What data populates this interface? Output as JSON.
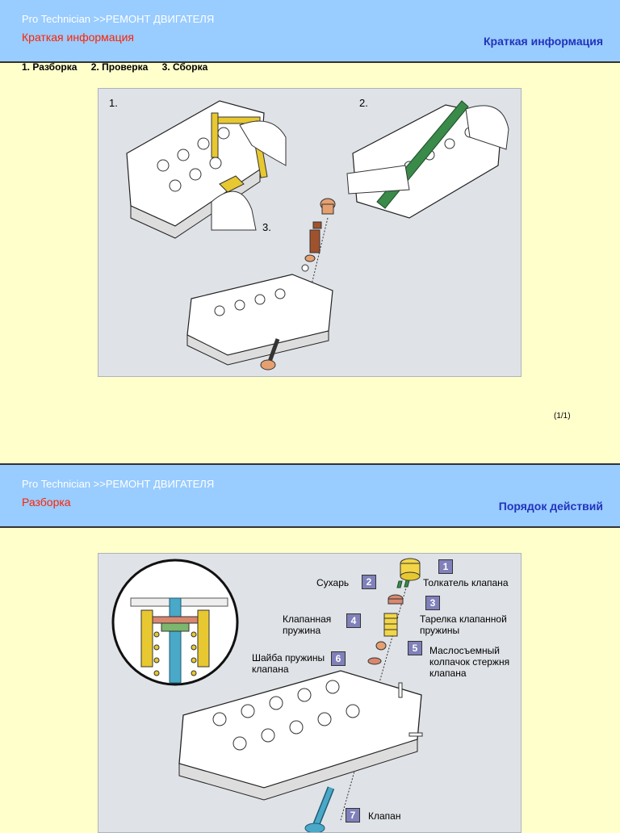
{
  "section1": {
    "breadcrumb": "Pro Technician >>РЕМОНТ ДВИГАТЕЛЯ",
    "title": "Краткая информация",
    "right_title": "Краткая информация",
    "nav": [
      "1. Разборка",
      "2. Проверка",
      "3. Сборка"
    ],
    "figure_labels": [
      "1.",
      "2.",
      "3."
    ],
    "page_number": "(1/1)"
  },
  "section2": {
    "breadcrumb": "Pro Technician >>РЕМОНТ ДВИГАТЕЛЯ",
    "title": "Разборка",
    "right_title": "Порядок действий",
    "parts": [
      {
        "num": "1",
        "label": "Толкатель клапана"
      },
      {
        "num": "2",
        "label": "Сухарь"
      },
      {
        "num": "3",
        "label": "Тарелка клапанной пружины"
      },
      {
        "num": "4",
        "label": "Клапанная пружина"
      },
      {
        "num": "5",
        "label": "Маслосъемный колпачок стержня клапана"
      },
      {
        "num": "6",
        "label": "Шайба пружины клапана"
      },
      {
        "num": "7",
        "label": "Клапан"
      }
    ]
  }
}
